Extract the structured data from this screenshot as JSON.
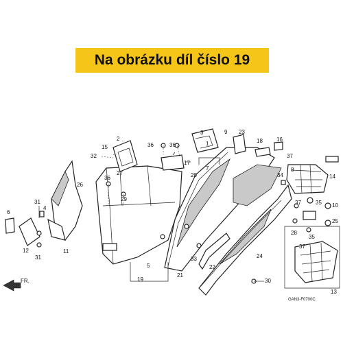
{
  "banner": {
    "text": "Na obrázku díl číslo 19",
    "color": "#f5c518"
  },
  "diagram": {
    "direction_label": "FR.",
    "code": "GAN3-F0700C",
    "callouts": [
      "2",
      "15",
      "32",
      "27",
      "36",
      "9",
      "36",
      "23",
      "7",
      "18",
      "37",
      "14",
      "26",
      "6",
      "31",
      "4",
      "36",
      "29",
      "17",
      "20",
      "22",
      "33",
      "5",
      "19",
      "11",
      "12",
      "31",
      "21",
      "35",
      "10",
      "25",
      "34",
      "37",
      "28",
      "35",
      "24",
      "30",
      "13",
      "37",
      "3",
      "1",
      "8",
      "16"
    ]
  }
}
